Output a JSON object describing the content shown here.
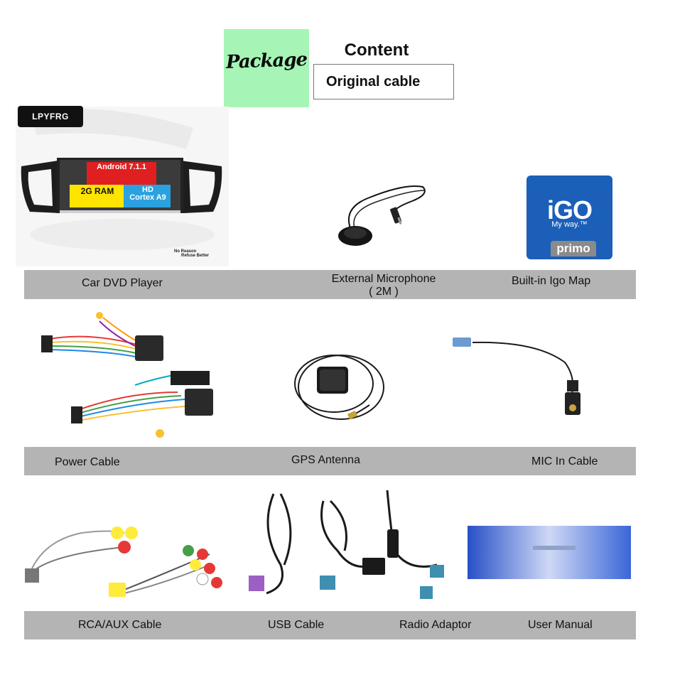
{
  "header": {
    "package_label": "Package",
    "content_title": "Content",
    "content_box": "Original cable"
  },
  "brand": "LPYFRG",
  "head_unit": {
    "android": "Android 7.1.1",
    "ram": "2G RAM",
    "hd_line1": "HD",
    "hd_line2": "Cortex A9",
    "note_line1": "No Reason",
    "note_line2": "Refuse Better"
  },
  "igo": {
    "title": "iGO",
    "tagline": "My way.™",
    "edition": "primo"
  },
  "rows": [
    {
      "items": [
        {
          "name": "Car DVD Player"
        },
        {
          "name": "External Microphone",
          "sub": "( 2M )"
        },
        {
          "name": "Built-in Igo Map"
        }
      ]
    },
    {
      "items": [
        {
          "name": "Power Cable"
        },
        {
          "name": "GPS Antenna"
        },
        {
          "name": "MIC In Cable"
        }
      ]
    },
    {
      "items": [
        {
          "name": "RCA/AUX Cable"
        },
        {
          "name": "USB Cable"
        },
        {
          "name": "Radio Adaptor"
        },
        {
          "name": "User Manual"
        }
      ]
    }
  ],
  "colors": {
    "package_bg": "#a6f5b6",
    "label_bar": "#b4b4b4",
    "screen_red": "#e02020",
    "screen_yellow": "#ffe400",
    "screen_blue": "#2aa2e0",
    "igo_blue": "#1b5fb8"
  }
}
